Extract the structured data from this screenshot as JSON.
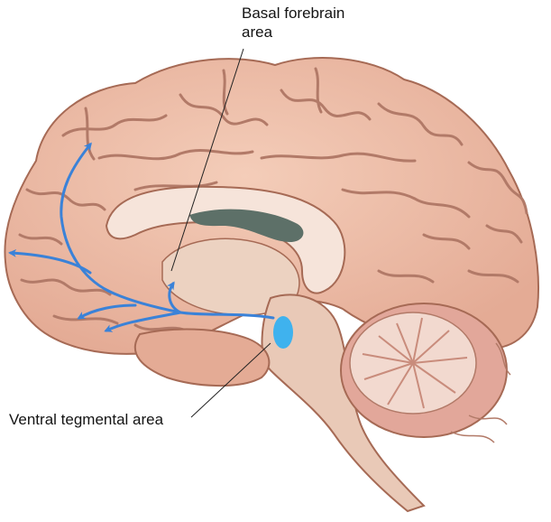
{
  "labels": {
    "basal_forebrain": {
      "line1": "Basal forebrain",
      "line2": "area"
    },
    "ventral_tegmental": "Ventral tegmental area"
  },
  "colors": {
    "cortex": "#eebfa9",
    "sulcus": "#b27a68",
    "inner_white": "#f6e4da",
    "ventricle": "#5d7068",
    "brainstem": "#e9c9b7",
    "cerebellum": "#e2a79a",
    "pathway": "#3a82d8",
    "vta_highlight": "#3fb2ee",
    "leader_line": "#222222"
  },
  "icons": [
    "arrowhead-icon"
  ]
}
